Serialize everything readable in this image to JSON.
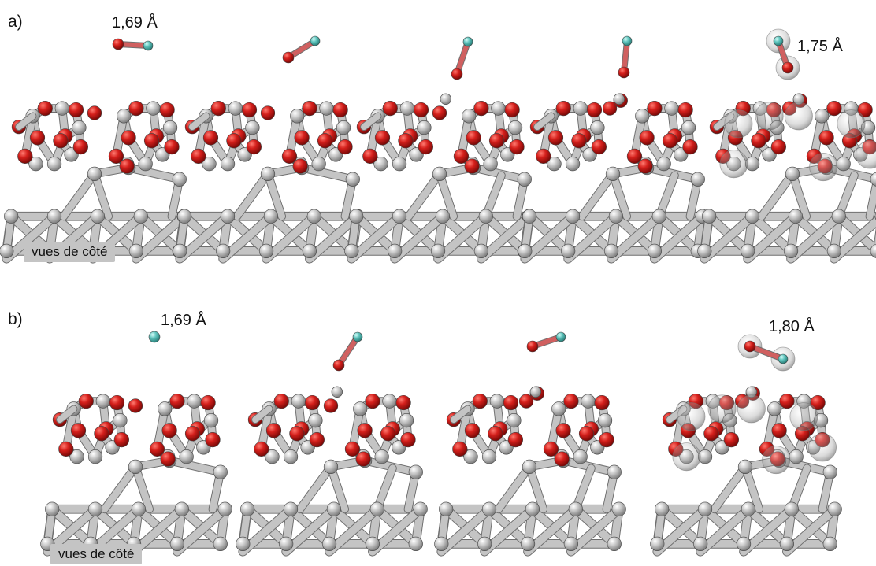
{
  "rows": [
    {
      "label": "a)",
      "side_view_label": "vues de côté",
      "distances": [
        "1,69 Å",
        "1,75 Å"
      ]
    },
    {
      "label": "b)",
      "side_view_label": "vues de côté",
      "distances": [
        "1,69 Å",
        "1,80 Å"
      ]
    }
  ],
  "colors": {
    "oxygen": "#c8201c",
    "metal": "#b9b9b9",
    "hydrogen": "#5fc4bd",
    "density_cloud": "#8a8a8a"
  }
}
